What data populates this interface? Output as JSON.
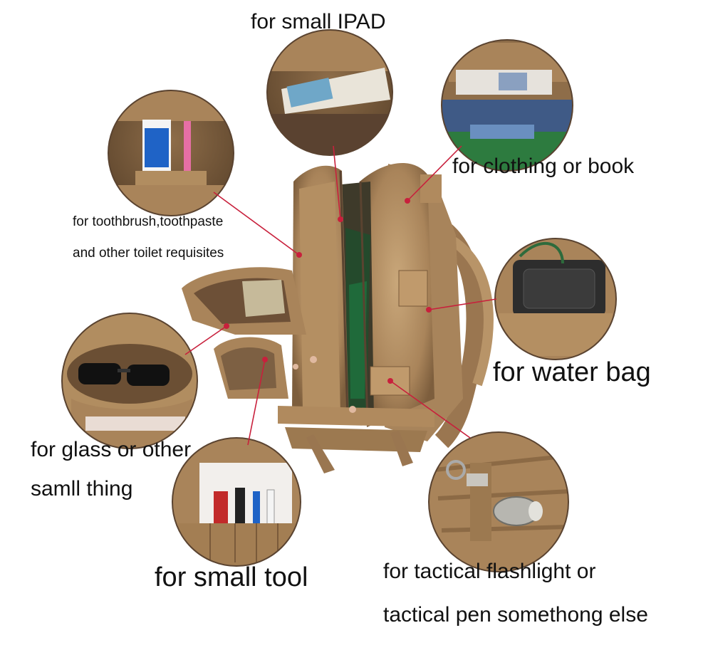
{
  "labels": {
    "ipad": "for small IPAD",
    "clothing": "for clothing or book",
    "toilet_line1": "for toothbrush,toothpaste",
    "toilet_line2": "and other toilet requisites",
    "water": "for water bag",
    "glass_line1": "for glass or other",
    "glass_line2": "samll thing",
    "tool": "for small tool",
    "flash_line1": "for tactical flashlight or",
    "flash_line2": "tactical pen somethong else"
  },
  "colors": {
    "leader": "#c8203c",
    "bag": "#b8956a",
    "bag_dark": "#8c6a45",
    "bag_shadow": "#6e5236"
  }
}
